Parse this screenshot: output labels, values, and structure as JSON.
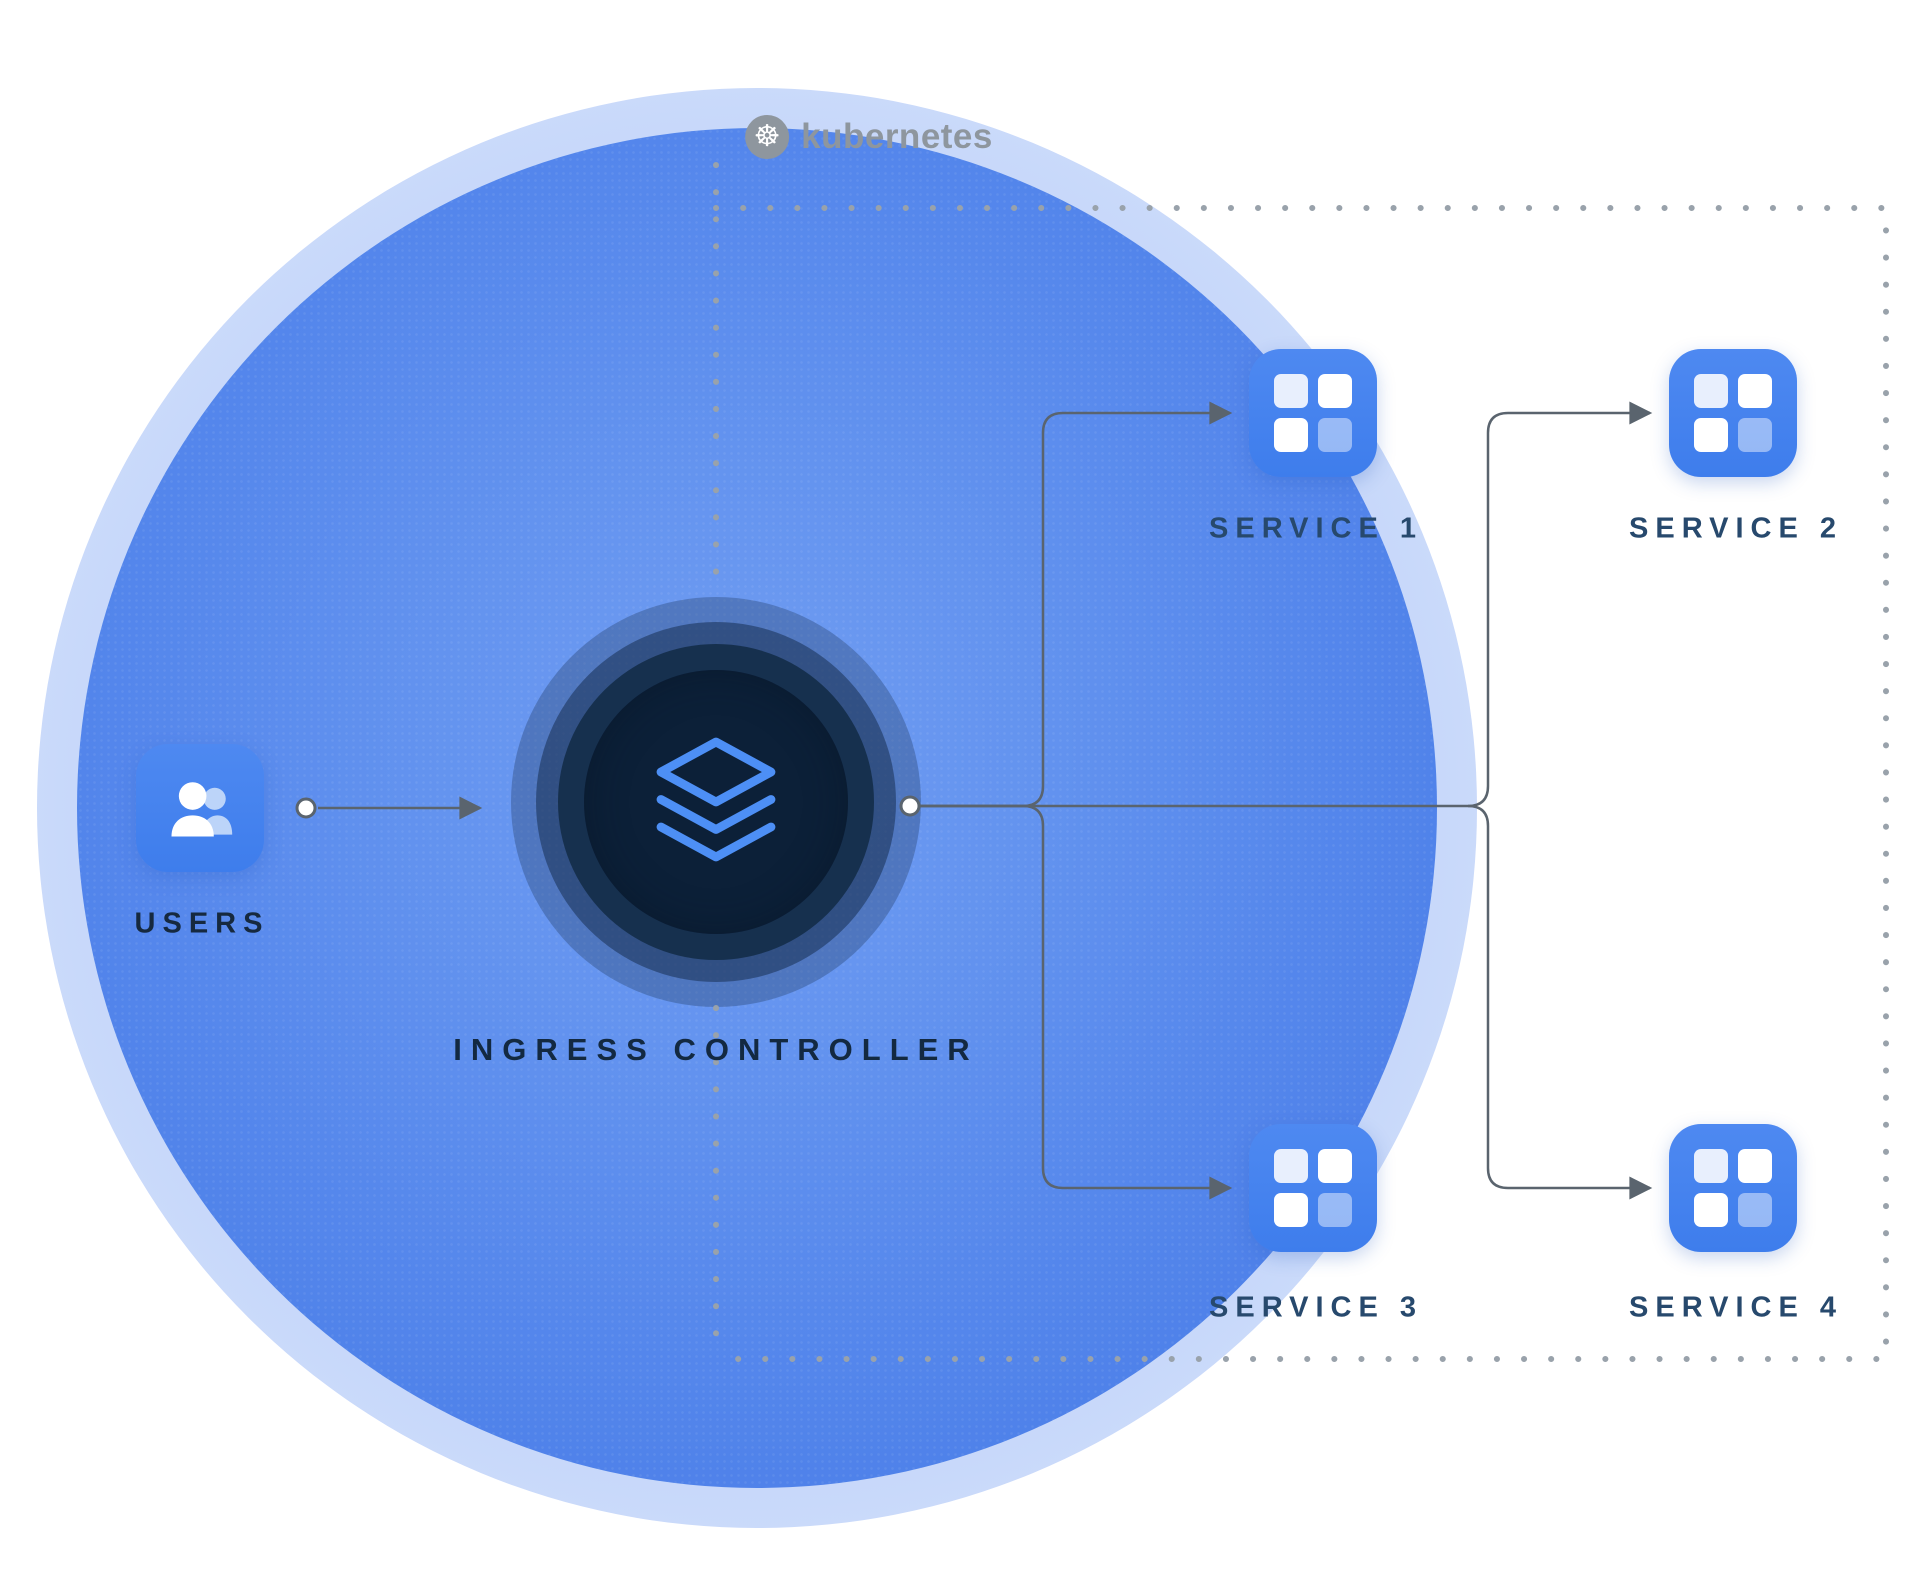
{
  "diagram": {
    "logo": {
      "text": "kubernetes",
      "icon": "helm-wheel-icon"
    },
    "users": {
      "label": "USERS",
      "icon": "users-icon"
    },
    "ingress": {
      "label": "INGRESS CONTROLLER",
      "icon": "layers-icon"
    },
    "services": [
      {
        "id": "service-1",
        "label": "SERVICE 1",
        "icon": "app-grid-icon"
      },
      {
        "id": "service-2",
        "label": "SERVICE 2",
        "icon": "app-grid-icon"
      },
      {
        "id": "service-3",
        "label": "SERVICE 3",
        "icon": "app-grid-icon"
      },
      {
        "id": "service-4",
        "label": "SERVICE 4",
        "icon": "app-grid-icon"
      }
    ],
    "edges": [
      {
        "from": "users",
        "to": "ingress-controller"
      },
      {
        "from": "ingress-controller",
        "to": "service-1"
      },
      {
        "from": "ingress-controller",
        "to": "service-2"
      },
      {
        "from": "ingress-controller",
        "to": "service-3"
      },
      {
        "from": "ingress-controller",
        "to": "service-4"
      }
    ],
    "colors": {
      "cluster_fill": "#5587ec",
      "cluster_core_dark": "#0c2038",
      "node_blue": "#4280ee",
      "ingress_icon_stroke": "#4d8ff5",
      "line_gray": "#5a646e",
      "dot_gray": "#99a2ab",
      "label_navy": "#16293f",
      "service_label_navy": "#27496d",
      "logo_gray": "#8e969e"
    }
  }
}
